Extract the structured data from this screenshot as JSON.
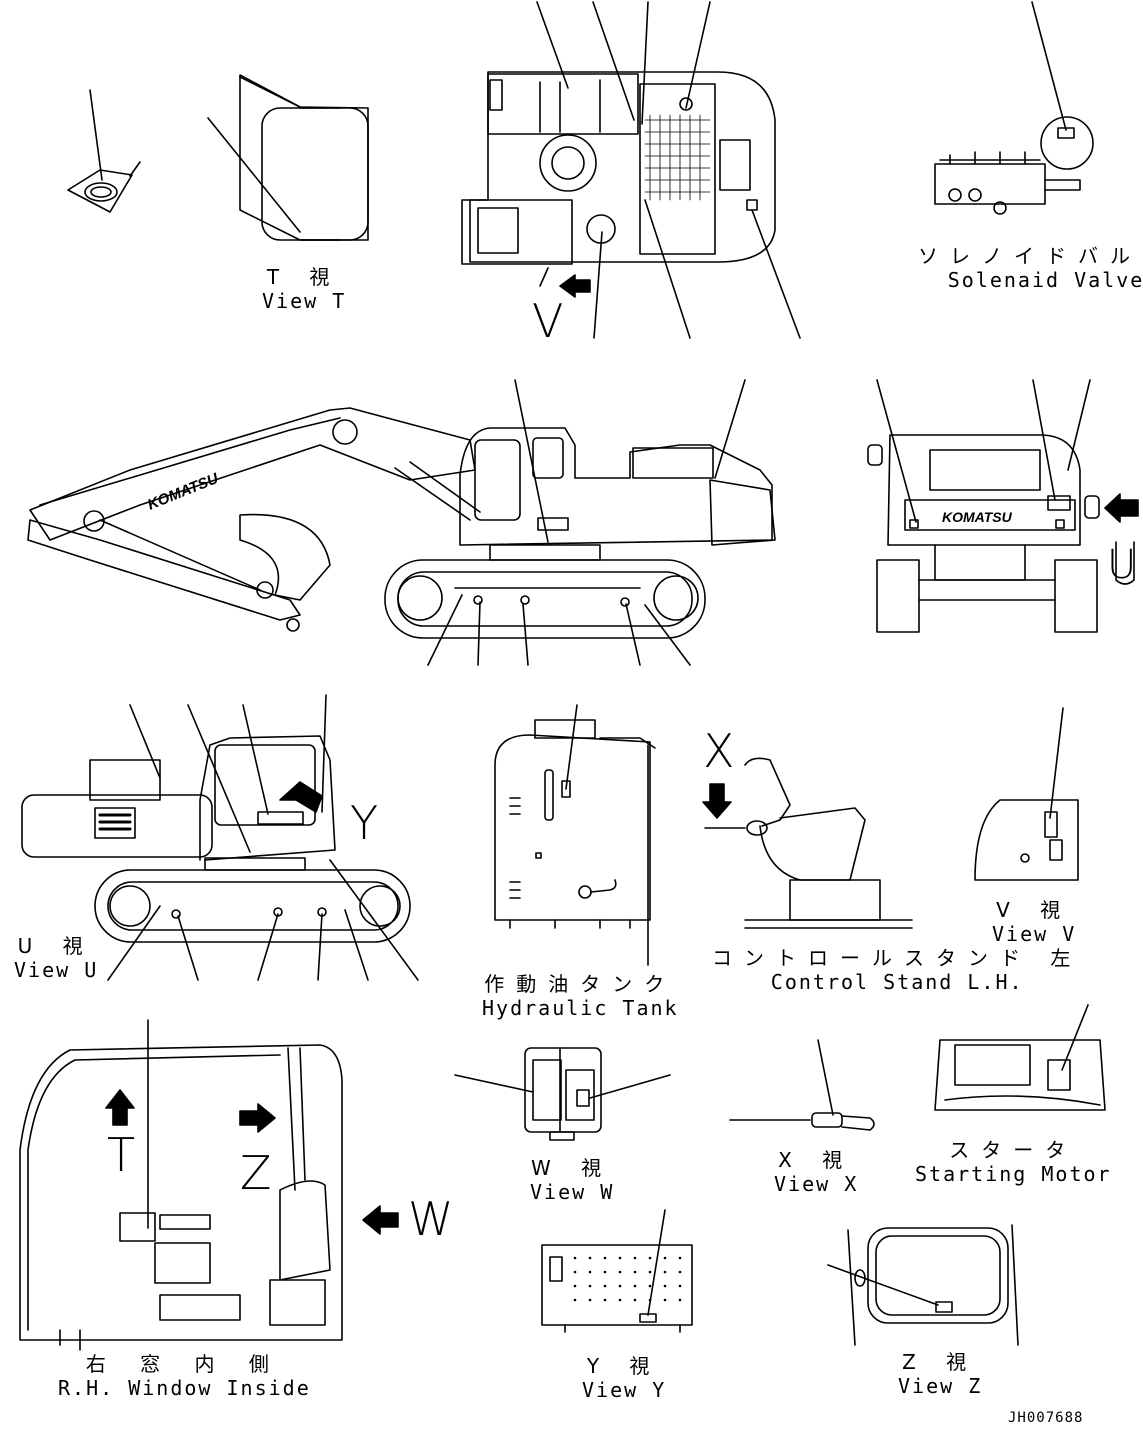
{
  "labels": {
    "view_t": {
      "jp": "T 視",
      "en": "View T"
    },
    "solenoid": {
      "jp": "ソレノイドバルブ",
      "en": "Solenaid Valve"
    },
    "view_u": {
      "jp": "U 視",
      "en": "View U"
    },
    "hyd_tank": {
      "jp": "作動油タンク",
      "en": "Hydraulic Tank"
    },
    "control_stand": {
      "jp": "コントロールスタンド 左",
      "en": "Control Stand L.H."
    },
    "view_v": {
      "jp": "V 視",
      "en": "View V"
    },
    "view_w": {
      "jp": "W 視",
      "en": "View W"
    },
    "view_x": {
      "jp": "X 視",
      "en": "View X"
    },
    "starting_motor": {
      "jp": "スタータ",
      "en": "Starting Motor"
    },
    "rh_window": {
      "jp": "右 窓 内 側",
      "en": "R.H. Window Inside"
    },
    "view_y": {
      "jp": "Y 視",
      "en": "View Y"
    },
    "view_z": {
      "jp": "Z 視",
      "en": "View Z"
    }
  },
  "view_letters": {
    "v": "V",
    "u": "U",
    "y": "Y",
    "x": "X",
    "t": "T",
    "z": "Z",
    "w": "W"
  },
  "brand": "KOMATSU",
  "drawing_code": "JH007688"
}
